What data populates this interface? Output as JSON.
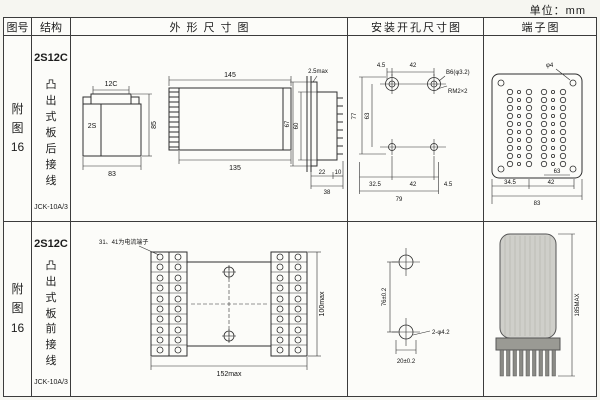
{
  "unit_label": "单位：mm",
  "columns": {
    "fig": "图号",
    "structure": "结构",
    "outline": "外形尺寸图",
    "install": "安装开孔尺寸图",
    "terminal": "端子图"
  },
  "rows": [
    {
      "fig_no": "附图16",
      "model": "2S12C",
      "structure": "凸出式板后接线",
      "type_code": "JCK-10A/3",
      "outline_dims": {
        "top_width": "12C",
        "left_width": "2S",
        "bottom_width": "83",
        "height": "85",
        "side_top": "145",
        "side_bottom": "135",
        "panel_gap": "2.5max",
        "flange_h": "67",
        "body_h": "60",
        "depth_a": "22",
        "depth_b": "10",
        "depth_total": "38"
      },
      "install_dims": {
        "top_a": "4.5",
        "top_b": "42",
        "hole_spec": "B6(φ3.2)",
        "thread_spec": "RM2×2",
        "height_total": "77",
        "height_inner": "63",
        "bottom_a": "32.5",
        "bottom_b": "42",
        "bottom_c": "4.5",
        "bottom_total": "79"
      },
      "terminal_dims": {
        "corner_hole": "φ4",
        "width_a": "34.5",
        "width_b": "42",
        "height_inner": "63",
        "width_total": "83"
      }
    },
    {
      "fig_no": "附图16",
      "model": "2S12C",
      "structure": "凸出式板前接线",
      "type_code": "JCK-10A/3",
      "outline_dims": {
        "note": "31、41为电流端子",
        "height": "100max",
        "width": "152max"
      },
      "install_dims": {
        "spacing_v": "76±0.2",
        "hole_spec": "2-φ4.2",
        "spacing_h": "20±0.2"
      },
      "terminal_dims": {
        "height": "185MAX"
      }
    }
  ]
}
